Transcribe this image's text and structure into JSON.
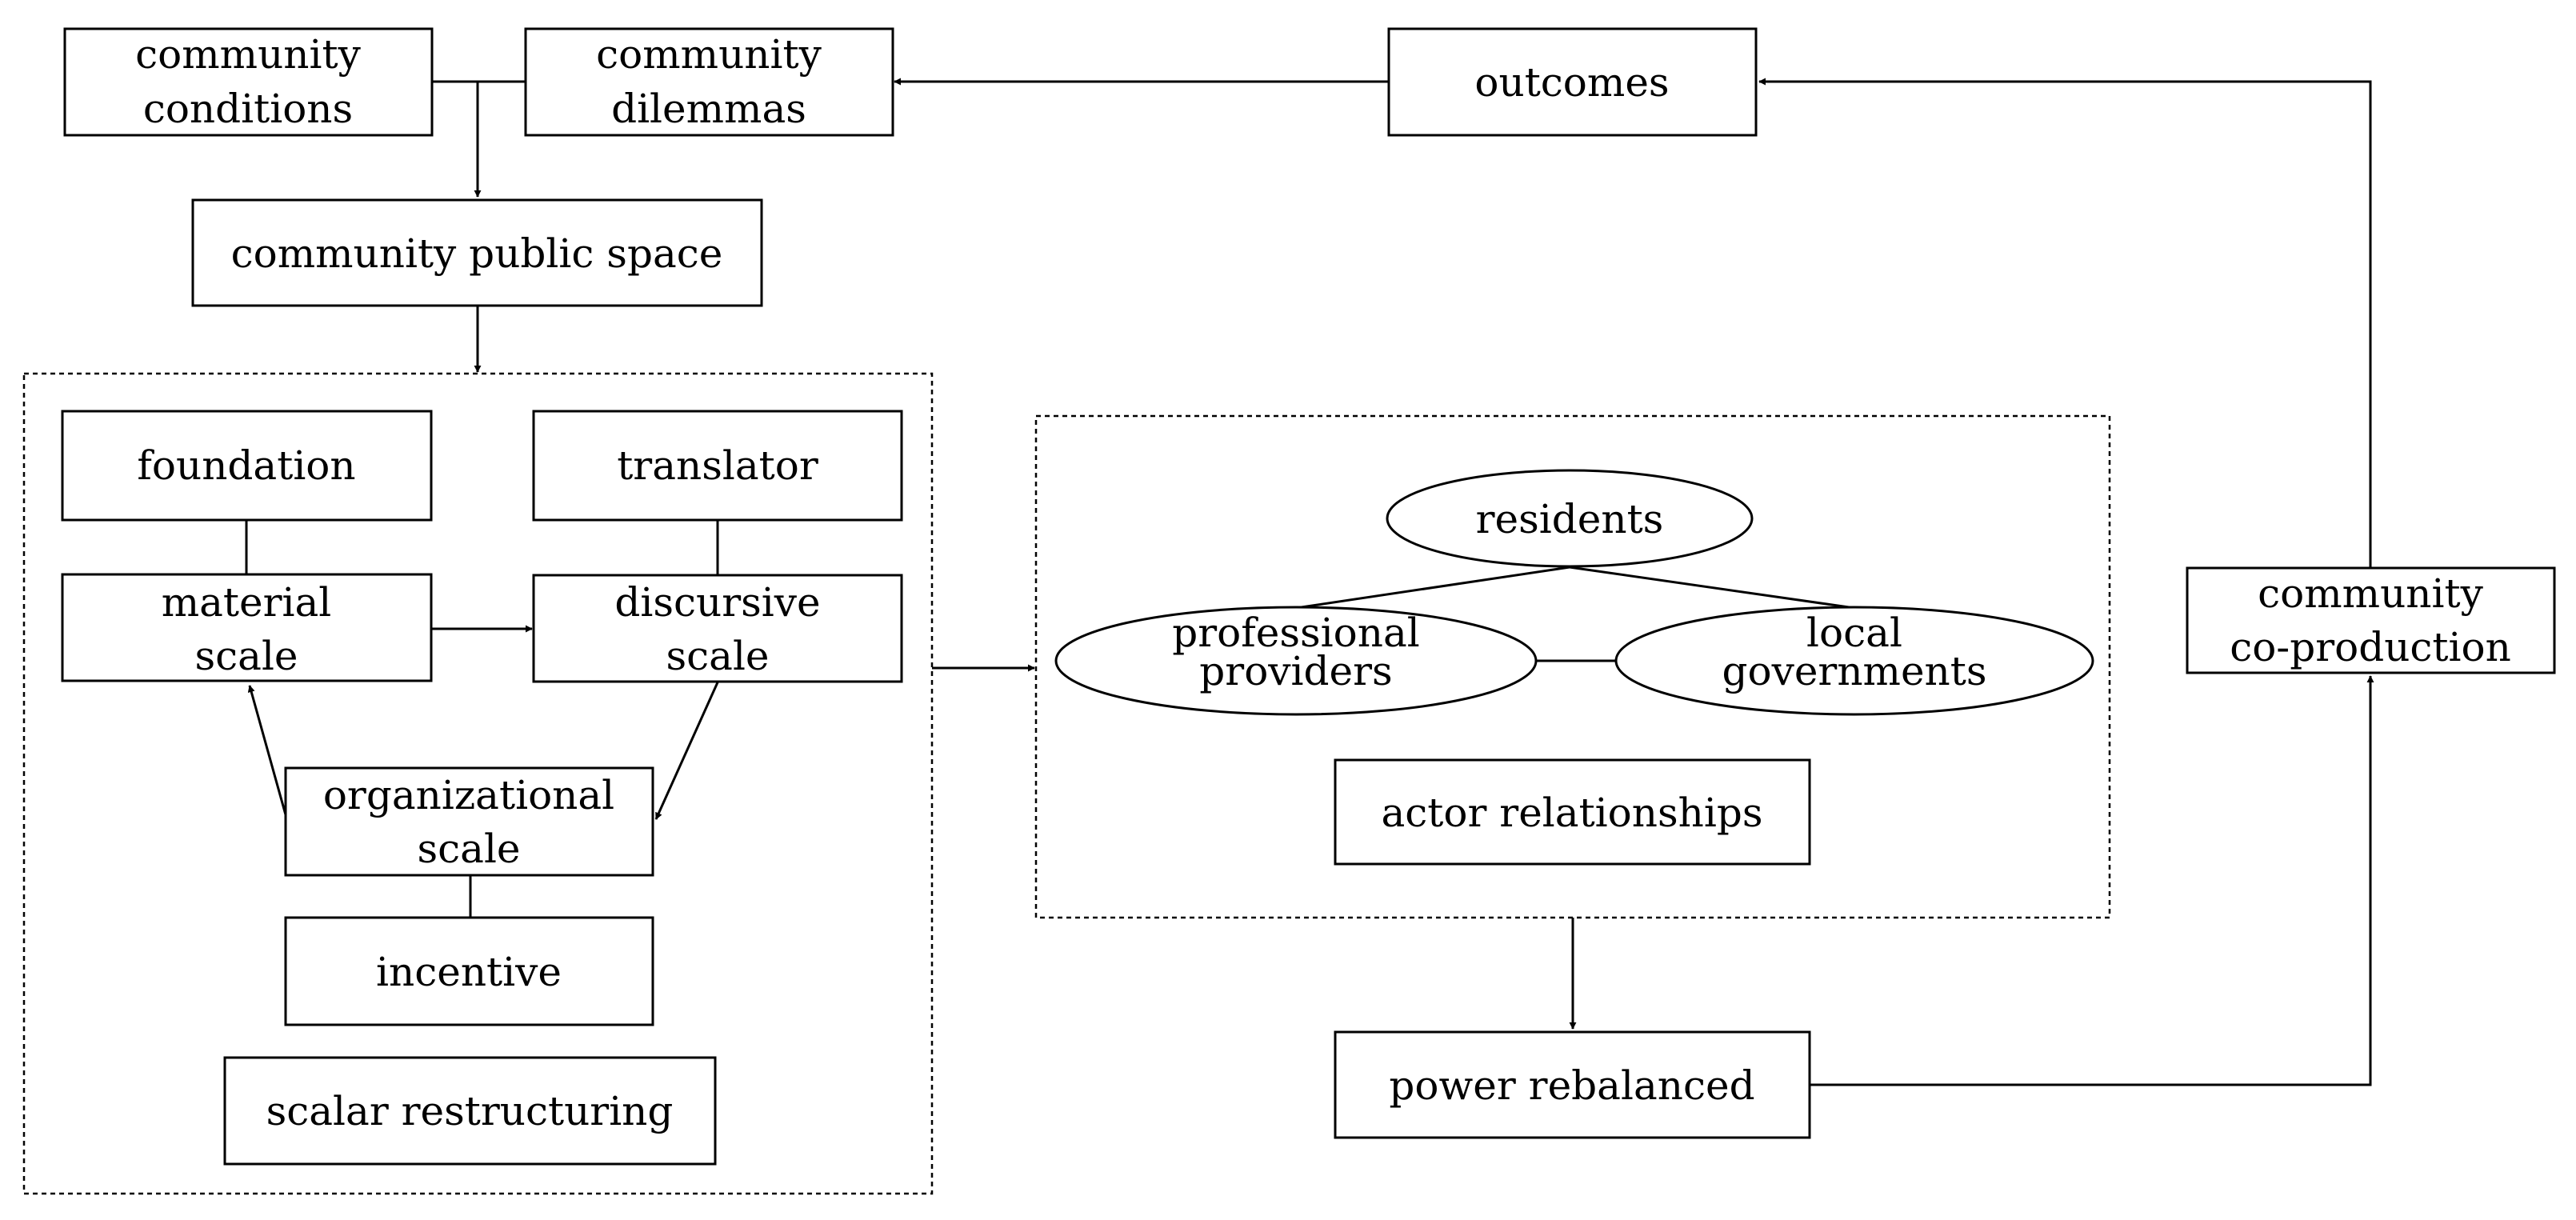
{
  "nodes": {
    "community_conditions": [
      "community",
      "conditions"
    ],
    "community_dilemmas": [
      "community",
      "dilemmas"
    ],
    "outcomes": "outcomes",
    "community_public_space": "community public space",
    "foundation": "foundation",
    "translator": "translator",
    "material_scale": [
      "material",
      "scale"
    ],
    "discursive_scale": [
      "discursive",
      "scale"
    ],
    "organizational_scale": [
      "organizational",
      "scale"
    ],
    "incentive": "incentive",
    "scalar_restructuring": "scalar restructuring",
    "residents": "residents",
    "professional_providers": [
      "professional",
      "providers"
    ],
    "local_governments": [
      "local",
      "governments"
    ],
    "actor_relationships": "actor relationships",
    "power_rebalanced": "power rebalanced",
    "community_coproduction": [
      "community",
      "co-production"
    ]
  },
  "colors": {
    "stroke": "#000000",
    "background": "#ffffff"
  }
}
